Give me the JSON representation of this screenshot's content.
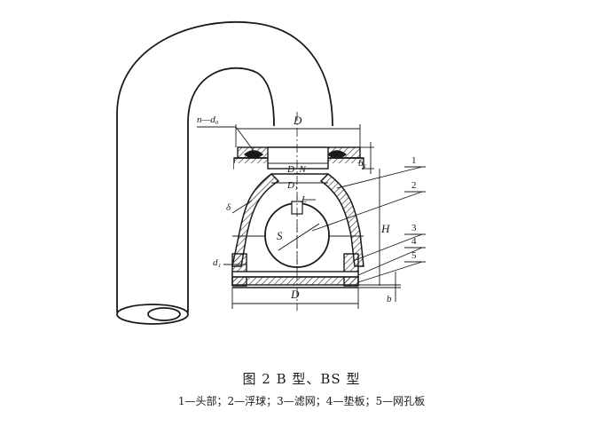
{
  "figure": {
    "caption": "图 2   B 型、BS 型",
    "legend": "1—头部；2—浮球；3—滤网；4—垫板；5—网孔板"
  },
  "labels": {
    "bolt_holes": "n—d₀",
    "flange_diameter": "D",
    "bore_diameter": "D_N",
    "inner_diameter": "D₁",
    "flange_thickness": "b₁",
    "lift": "L",
    "wall_thickness": "δ",
    "ball": "S",
    "height": "H",
    "hole_diameter": "d₁",
    "base_diameter": "D",
    "base_thickness": "b",
    "part_1": "1",
    "part_2": "2",
    "part_3": "3",
    "part_4": "4",
    "part_5": "5"
  },
  "colors": {
    "ink": "#1a1a1a",
    "hatch": "#3a3a3a",
    "paper": "#ffffff"
  }
}
